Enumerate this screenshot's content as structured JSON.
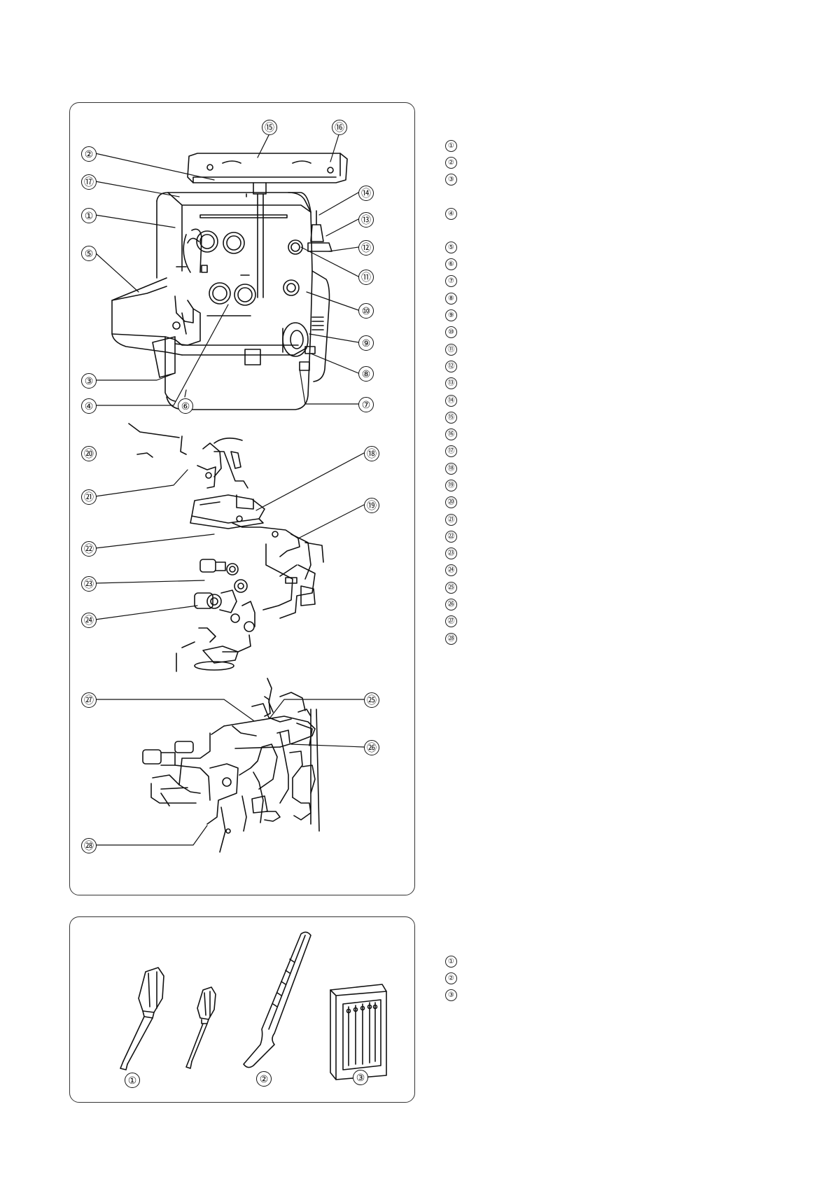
{
  "parts_figure": {
    "callouts": [
      "⑮",
      "⑯",
      "②",
      "⑰",
      "⑭",
      "①",
      "⑬",
      "⑫",
      "⑤",
      "⑪",
      "⑩",
      "⑨",
      "⑧",
      "③",
      "④",
      "⑥",
      "⑦",
      "⑳",
      "⑱",
      "㉑",
      "⑲",
      "㉒",
      "㉓",
      "㉔",
      "㉗",
      "㉕",
      "㉖",
      "㉘"
    ]
  },
  "parts_index": [
    {
      "num": "①",
      "text": ""
    },
    {
      "num": "②",
      "text": ""
    },
    {
      "num": "③",
      "text": ""
    },
    {
      "num": "④",
      "text": ""
    },
    {
      "num": "⑤",
      "text": ""
    },
    {
      "num": "⑥",
      "text": ""
    },
    {
      "num": "⑦",
      "text": ""
    },
    {
      "num": "⑧",
      "text": ""
    },
    {
      "num": "⑨",
      "text": ""
    },
    {
      "num": "⑩",
      "text": ""
    },
    {
      "num": "⑪",
      "text": ""
    },
    {
      "num": "⑫",
      "text": ""
    },
    {
      "num": "⑬",
      "text": ""
    },
    {
      "num": "⑭",
      "text": ""
    },
    {
      "num": "⑮",
      "text": ""
    },
    {
      "num": "⑯",
      "text": ""
    },
    {
      "num": "⑰",
      "text": ""
    },
    {
      "num": "⑱",
      "text": ""
    },
    {
      "num": "⑲",
      "text": ""
    },
    {
      "num": "⑳",
      "text": ""
    },
    {
      "num": "㉑",
      "text": ""
    },
    {
      "num": "㉒",
      "text": ""
    },
    {
      "num": "㉓",
      "text": ""
    },
    {
      "num": "㉔",
      "text": ""
    },
    {
      "num": "㉕",
      "text": ""
    },
    {
      "num": "㉖",
      "text": ""
    },
    {
      "num": "㉗",
      "text": ""
    },
    {
      "num": "㉘",
      "text": ""
    }
  ],
  "accessories_figure": {
    "callouts": [
      "①",
      "②",
      "③"
    ]
  },
  "accessories_index": [
    {
      "num": "①",
      "text": ""
    },
    {
      "num": "②",
      "text": ""
    },
    {
      "num": "③",
      "text": ""
    }
  ]
}
